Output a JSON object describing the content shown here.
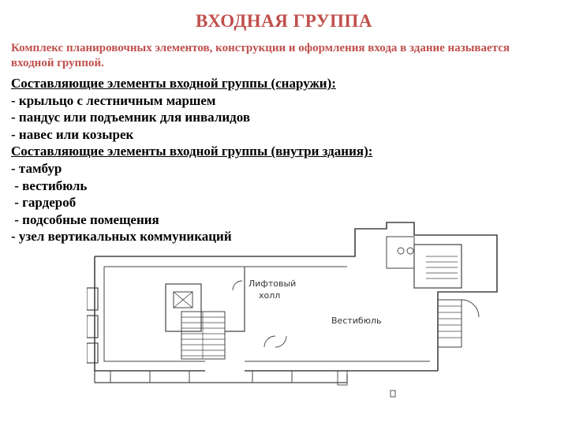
{
  "title": "ВХОДНАЯ ГРУППА",
  "intro": "Комплекс планировочных элементов, конструкции и оформления входа в здание называется входной группой.",
  "outside": {
    "heading": "Составляющие элементы входной группы (снаружи):",
    "items": [
      "- крыльцо с лестничным маршем",
      "- пандус или подъемник для инвалидов",
      "- навес или козырек"
    ]
  },
  "inside": {
    "heading": "Составляющие элементы входной группы (внутри здания):",
    "items": [
      "- тамбур",
      " - вестибюль",
      " - гардероб",
      " - подсобные помещения",
      "- узел вертикальных коммуникаций"
    ]
  },
  "plan": {
    "label_lift_line1": "Лифтовый",
    "label_lift_line2": "холл",
    "label_vestibule": "Вестибюль"
  }
}
